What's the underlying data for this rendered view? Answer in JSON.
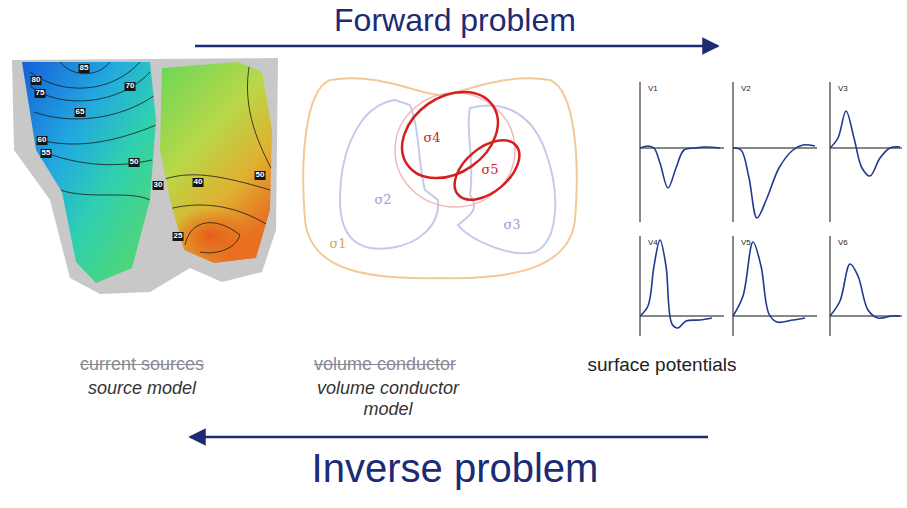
{
  "diagram": {
    "labels": [
      "Forward problem",
      "85",
      "80",
      "75",
      "70",
      "65",
      "60",
      "55",
      "50",
      "30",
      "40",
      "50",
      "25",
      "σ4",
      "σ5",
      "σ2",
      "σ3",
      "σ1",
      "V1",
      "V2",
      "V3",
      "V4",
      "V5",
      "V6",
      "current sources",
      "source model",
      "volume conductor",
      "volume conductor model",
      "surface potentials",
      "Inverse problem"
    ]
  }
}
